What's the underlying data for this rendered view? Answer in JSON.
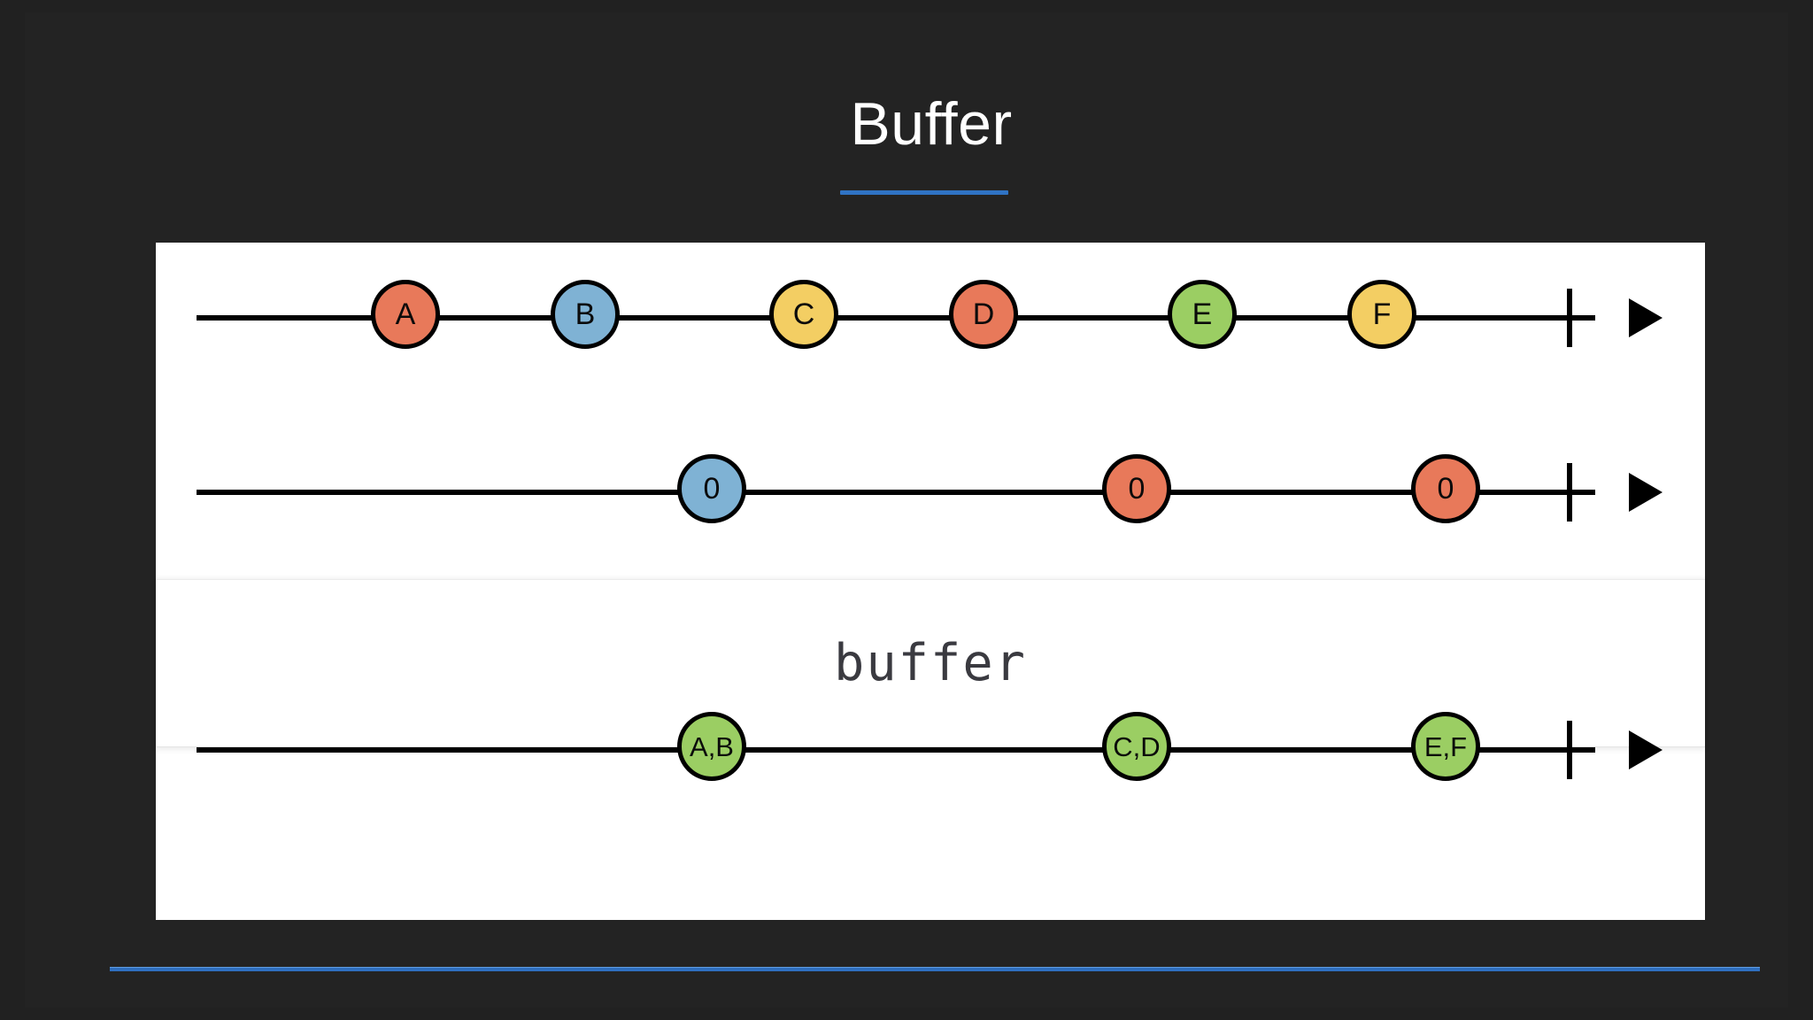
{
  "slide": {
    "title": "Buffer",
    "background_color": "#212121",
    "accent_color": "#2f73c4",
    "panel_color": "#ffffff"
  },
  "operator": {
    "label": "buffer"
  },
  "palette": {
    "salmon": "#E8795A",
    "blue": "#7FB2D4",
    "yellow": "#F3CE63",
    "green": "#9BCE63",
    "stroke": "#000000"
  },
  "chart_data": {
    "type": "marble-diagram",
    "title": "Buffer",
    "operator": "buffer",
    "axis_note": "time flows left to right; vertical bar marks stream completion",
    "timelines": [
      {
        "name": "source",
        "role": "input",
        "completion_tick": true,
        "arrow": true,
        "marbles": [
          {
            "label": "A",
            "x_pct": 16.0,
            "color": "#E8795A"
          },
          {
            "label": "B",
            "x_pct": 27.6,
            "color": "#7FB2D4"
          },
          {
            "label": "C",
            "x_pct": 41.7,
            "color": "#F3CE63"
          },
          {
            "label": "D",
            "x_pct": 53.3,
            "color": "#E8795A"
          },
          {
            "label": "E",
            "x_pct": 67.4,
            "color": "#9BCE63"
          },
          {
            "label": "F",
            "x_pct": 79.0,
            "color": "#F3CE63"
          }
        ]
      },
      {
        "name": "boundaries",
        "role": "input",
        "completion_tick": true,
        "arrow": true,
        "marbles": [
          {
            "label": "0",
            "x_pct": 35.9,
            "color": "#7FB2D4"
          },
          {
            "label": "0",
            "x_pct": 63.3,
            "color": "#E8795A"
          },
          {
            "label": "0",
            "x_pct": 83.2,
            "color": "#E8795A"
          }
        ]
      },
      {
        "name": "output",
        "role": "output",
        "completion_tick": true,
        "arrow": true,
        "marbles": [
          {
            "label": "A,B",
            "x_pct": 35.9,
            "color": "#9BCE63"
          },
          {
            "label": "C,D",
            "x_pct": 63.3,
            "color": "#9BCE63"
          },
          {
            "label": "E,F",
            "x_pct": 83.2,
            "color": "#9BCE63"
          }
        ]
      }
    ]
  }
}
